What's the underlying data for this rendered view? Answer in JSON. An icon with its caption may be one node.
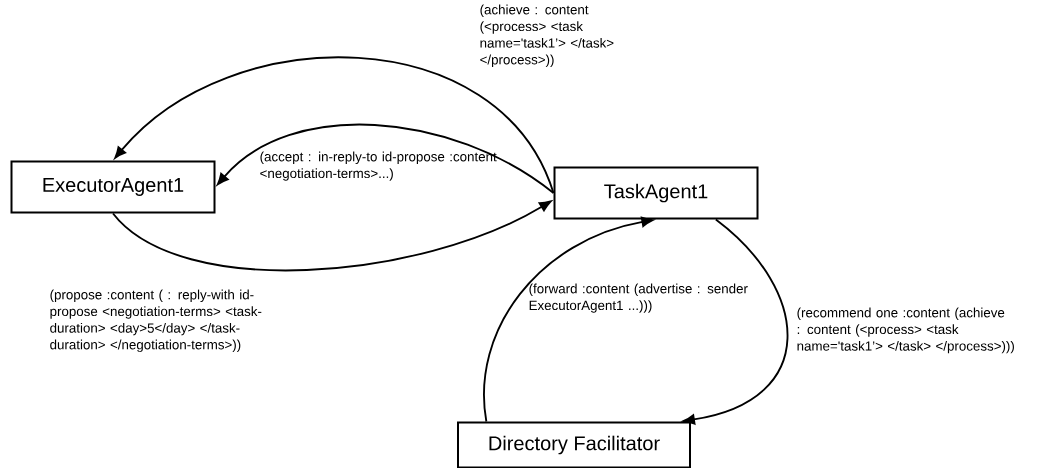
{
  "diagram": {
    "nodes": [
      {
        "text": [
          "ExecutorAgent1"
        ]
      },
      {
        "text": [
          "TaskAgent1"
        ]
      },
      {
        "text": [
          "Directory Facilitator"
        ]
      }
    ],
    "edges": [
      {
        "from": 1,
        "to": 0,
        "arrow": "to",
        "label": "(achieve : content (<process> <task name='task1’> </task> </process>))"
      },
      {
        "from": 1,
        "to": 0,
        "arrow": "to",
        "label": "(accept : in-reply-to id-propose :content <negotiation-terms>...)"
      },
      {
        "from": 0,
        "to": 1,
        "arrow": "to",
        "label": "(propose :content ( : reply-with id-propose <negotiation-terms> <task-duration> <day>5</day> </task-duration> </negotiation-terms>))"
      },
      {
        "from": 2,
        "to": 1,
        "arrow": "to",
        "label": "(forward :content (advertise : sender ExecutorAgent1 ...)))"
      },
      {
        "from": 1,
        "to": 2,
        "arrow": "to",
        "label": "(recommend one :content (achieve : content (<process> <task name='task1’> </task> </process>)))"
      }
    ]
  }
}
